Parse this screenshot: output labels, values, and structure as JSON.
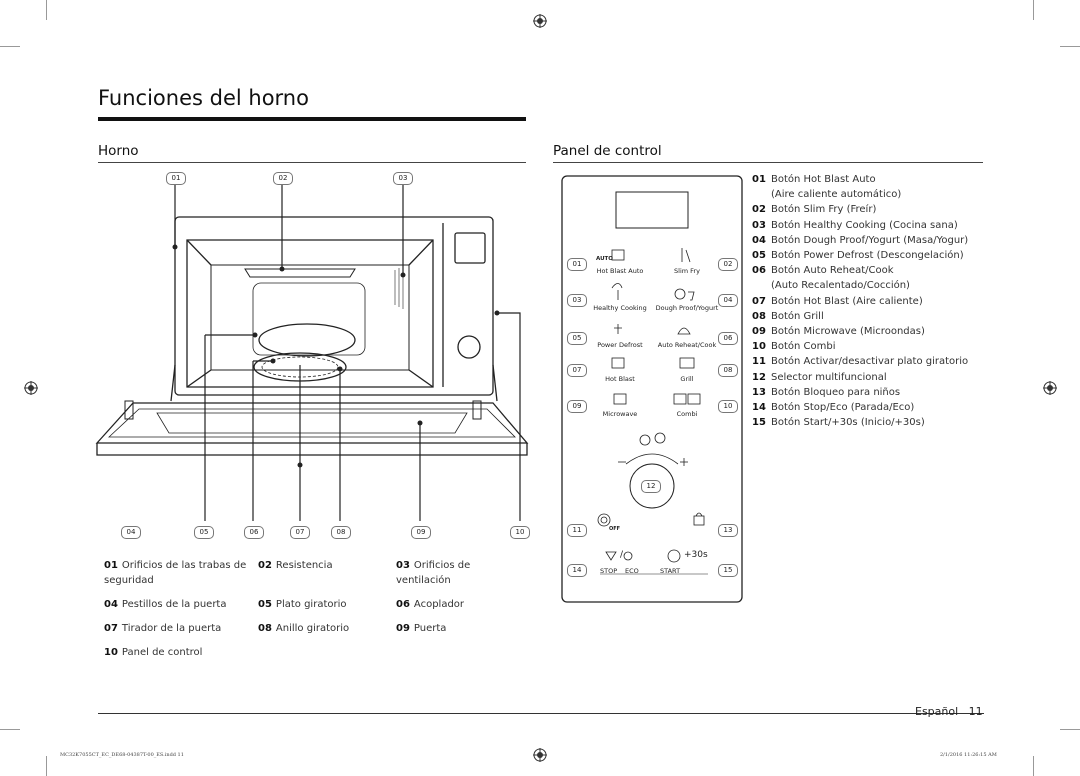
{
  "page": {
    "title": "Funciones del horno",
    "left_section": "Horno",
    "right_section": "Panel de control",
    "footer_lang": "Español",
    "footer_page": "11",
    "print_left": "MC32K7055CT_EC_DE68-04387T-00_ES.indd   11",
    "print_right": "2/1/2016   11:26:15 AM"
  },
  "oven_callouts_top": [
    "01",
    "02",
    "03"
  ],
  "oven_callouts_bottom": [
    "04",
    "05",
    "06",
    "07",
    "08",
    "09",
    "10"
  ],
  "oven_legend": [
    {
      "num": "01",
      "text": "Orificios de las trabas de seguridad"
    },
    {
      "num": "02",
      "text": "Resistencia"
    },
    {
      "num": "03",
      "text": "Orificios de ventilación"
    },
    {
      "num": "04",
      "text": "Pestillos de la puerta"
    },
    {
      "num": "05",
      "text": "Plato giratorio"
    },
    {
      "num": "06",
      "text": "Acoplador"
    },
    {
      "num": "07",
      "text": "Tirador de la puerta"
    },
    {
      "num": "08",
      "text": "Anillo giratorio"
    },
    {
      "num": "09",
      "text": "Puerta"
    },
    {
      "num": "10",
      "text": "Panel de control"
    }
  ],
  "panel_buttons": {
    "b01": "Hot Blast Auto",
    "b02": "Slim Fry",
    "b03": "Healthy Cooking",
    "b04": "Dough Proof/Yogurt",
    "b05": "Power Defrost",
    "b06": "Auto Reheat/Cook",
    "b07": "Hot Blast",
    "b08": "Grill",
    "b09": "Microwave",
    "b10": "Combi",
    "auto_tag": "AUTO",
    "off_tag": "OFF",
    "stop": "STOP",
    "eco": "ECO",
    "start": "START",
    "plus30": "+30s",
    "slash": "/"
  },
  "panel_callouts": [
    "01",
    "02",
    "03",
    "04",
    "05",
    "06",
    "07",
    "08",
    "09",
    "10",
    "11",
    "12",
    "13",
    "14",
    "15"
  ],
  "panel_legend": [
    {
      "num": "01",
      "text": "Botón Hot Blast Auto",
      "sub": "(Aire caliente automático)"
    },
    {
      "num": "02",
      "text": "Botón Slim Fry (Freír)"
    },
    {
      "num": "03",
      "text": "Botón Healthy Cooking (Cocina sana)"
    },
    {
      "num": "04",
      "text": "Botón Dough Proof/Yogurt (Masa/Yogur)"
    },
    {
      "num": "05",
      "text": "Botón Power Defrost (Descongelación)"
    },
    {
      "num": "06",
      "text": "Botón Auto Reheat/Cook",
      "sub": "(Auto Recalentado/Cocción)"
    },
    {
      "num": "07",
      "text": "Botón Hot Blast (Aire caliente)"
    },
    {
      "num": "08",
      "text": "Botón Grill"
    },
    {
      "num": "09",
      "text": "Botón Microwave (Microondas)"
    },
    {
      "num": "10",
      "text": "Botón Combi"
    },
    {
      "num": "11",
      "text": "Botón Activar/desactivar plato giratorio"
    },
    {
      "num": "12",
      "text": "Selector multifuncional"
    },
    {
      "num": "13",
      "text": "Botón Bloqueo para niños"
    },
    {
      "num": "14",
      "text": "Botón Stop/Eco (Parada/Eco)"
    },
    {
      "num": "15",
      "text": "Botón Start/+30s (Inicio/+30s)"
    }
  ]
}
